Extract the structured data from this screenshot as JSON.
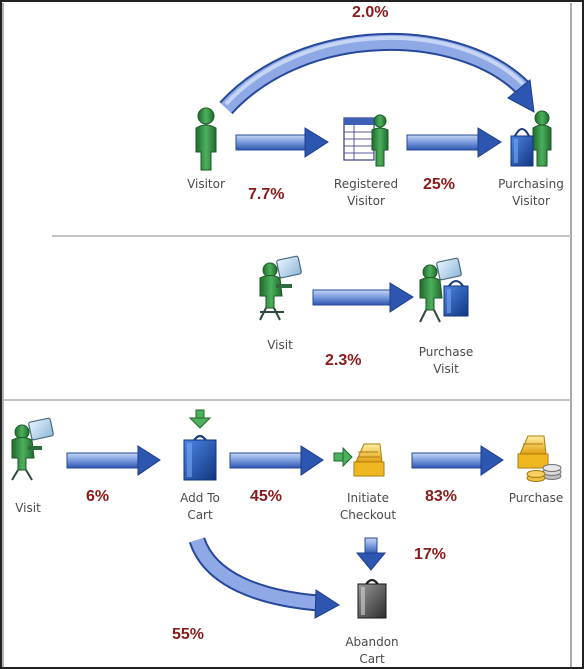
{
  "section_top": {
    "nodes": {
      "visitor": "Visitor",
      "registered_visitor_1": "Registered",
      "registered_visitor_2": "Visitor",
      "purchasing_visitor_1": "Purchasing",
      "purchasing_visitor_2": "Visitor"
    },
    "rates": {
      "overall": "2.0%",
      "visitor_to_registered": "7.7%",
      "registered_to_purchasing": "25%"
    }
  },
  "section_middle": {
    "nodes": {
      "visit": "Visit",
      "purchase_visit_1": "Purchase",
      "purchase_visit_2": "Visit"
    },
    "rates": {
      "visit_to_purchase": "2.3%"
    }
  },
  "section_bottom": {
    "nodes": {
      "visit": "Visit",
      "add_to_cart_1": "Add To",
      "add_to_cart_2": "Cart",
      "initiate_checkout_1": "Initiate",
      "initiate_checkout_2": "Checkout",
      "purchase": "Purchase",
      "abandon_cart_1": "Abandon",
      "abandon_cart_2": "Cart"
    },
    "rates": {
      "visit_to_cart": "6%",
      "cart_to_checkout": "45%",
      "checkout_to_purchase": "83%",
      "checkout_drop": "17%",
      "cart_abandon": "55%"
    }
  },
  "colors": {
    "arrow_light": "#a9c1ec",
    "arrow_dark": "#2d56b0",
    "rate_text": "#8b1a1a",
    "person_green": "#2e8b3e",
    "bag_blue": "#1f4fb0",
    "coin_gold": "#f0b820"
  }
}
